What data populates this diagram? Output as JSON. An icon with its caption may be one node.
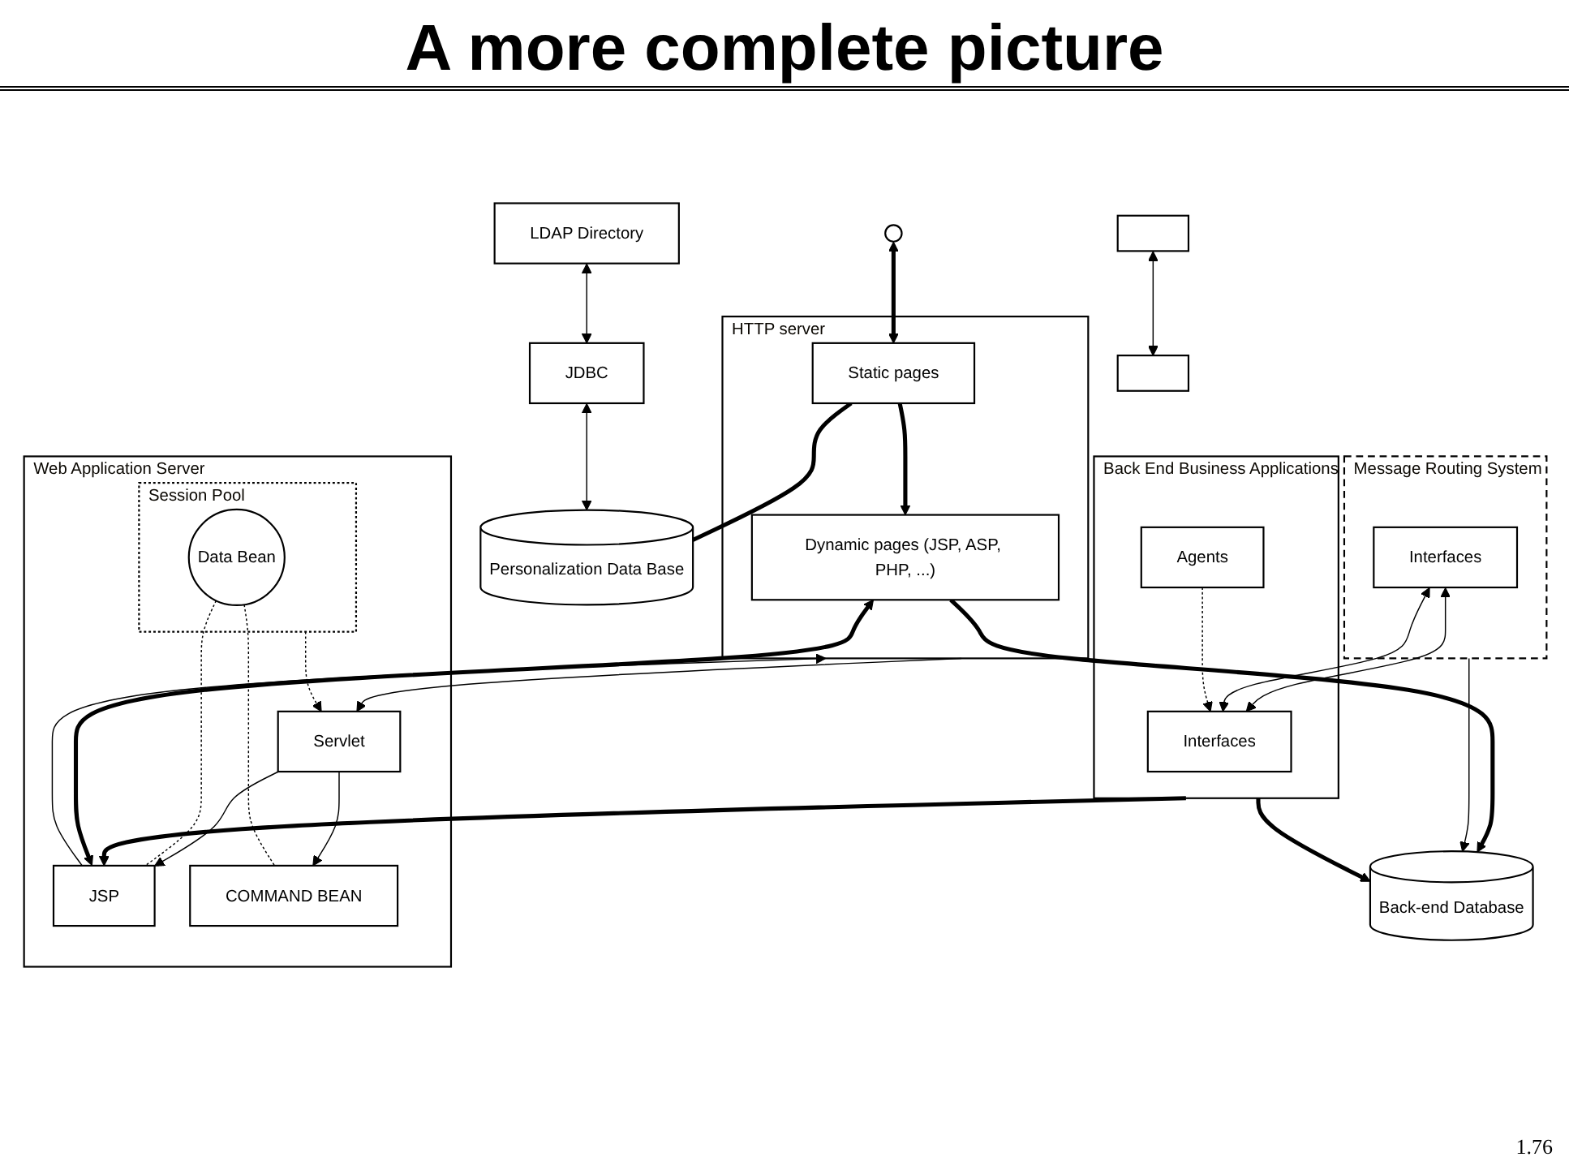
{
  "diagram": {
    "title": "A more complete picture",
    "nodes": [
      {
        "text": [
          "HTTP server"
        ]
      },
      {
        "text": [
          "Dynamic pages (JSP, ASP, PHP, ...)"
        ],
        "in": 0
      },
      {
        "text": [
          "Static pages"
        ],
        "in": 0
      },
      {
        "text": [
          "Web Application Server"
        ]
      },
      {
        "text": [
          "Servlet"
        ],
        "in": 3
      },
      {
        "text": [
          "JSP"
        ],
        "in": 3
      },
      {
        "text": [
          "Session Pool"
        ],
        "in": 3
      },
      {
        "text": [
          "Data Bean"
        ],
        "in": 6
      },
      {
        "text": [
          "COMMAND BEAN"
        ],
        "in": 3
      },
      {
        "text": [],
        "shape": "box"
      },
      {
        "text": [
          "JDBC"
        ]
      },
      {
        "text": [
          "Message Routing System"
        ]
      },
      {
        "text": [],
        "shape": "box"
      },
      {
        "text": [
          "Interfaces"
        ],
        "in": 11
      },
      {
        "text": [
          "Back End Business Applications"
        ]
      },
      {
        "text": [
          "Interfaces"
        ],
        "in": 14
      },
      {
        "text": [
          "Agents"
        ],
        "in": 14
      },
      {
        "text": [
          "Personalization Data Base"
        ]
      },
      {
        "text": [
          "Back-end Database"
        ]
      },
      {
        "text": [
          "LDAP Directory"
        ]
      }
    ],
    "edges": [
      {
        "from": 0,
        "to": 4,
        "arrow": "to"
      },
      {
        "from": 4,
        "to": 8,
        "arrow": "to"
      },
      {
        "from": 5,
        "to": 0,
        "arrow": "to"
      },
      {
        "from": 4,
        "to": 5,
        "arrow": "to"
      },
      {
        "from": 6,
        "to": 4,
        "arrow": "to",
        "style": "dashed"
      },
      {
        "from": 7,
        "to": 5,
        "arrow": "none",
        "style": "dashed"
      },
      {
        "from": 7,
        "to": 8,
        "arrow": "none",
        "style": "dashed"
      },
      {
        "from": 9,
        "to": 12,
        "arrow": "both"
      },
      {
        "from": 13,
        "to": 15,
        "arrow": "both"
      },
      {
        "from": 13,
        "to": 15,
        "arrow": "both"
      },
      {
        "from": 10,
        "to": 17,
        "arrow": "both"
      },
      {
        "from": 19,
        "to": 10,
        "arrow": "both"
      },
      {
        "from": 11,
        "to": 18,
        "arrow": "to"
      },
      {
        "from": 16,
        "to": 15,
        "arrow": "to",
        "style": "dashed"
      },
      {
        "from": 1,
        "to": 18,
        "arrow": "to",
        "style": "thick"
      },
      {
        "from": 14,
        "to": 5,
        "arrow": "to",
        "style": "thick"
      },
      {
        "from": 2,
        "to": 1,
        "arrow": "to",
        "style": "thick"
      },
      {
        "from": 5,
        "to": 1,
        "arrow": "both",
        "style": "thick"
      },
      {
        "from": 2,
        "to": 17,
        "arrow": "none",
        "style": "thick"
      },
      {
        "from": null,
        "to": 2,
        "arrow": "both",
        "style": "thick"
      },
      {
        "from": 14,
        "to": 18,
        "arrow": "to",
        "style": "thick"
      }
    ],
    "labels": [
      "1.76"
    ]
  }
}
